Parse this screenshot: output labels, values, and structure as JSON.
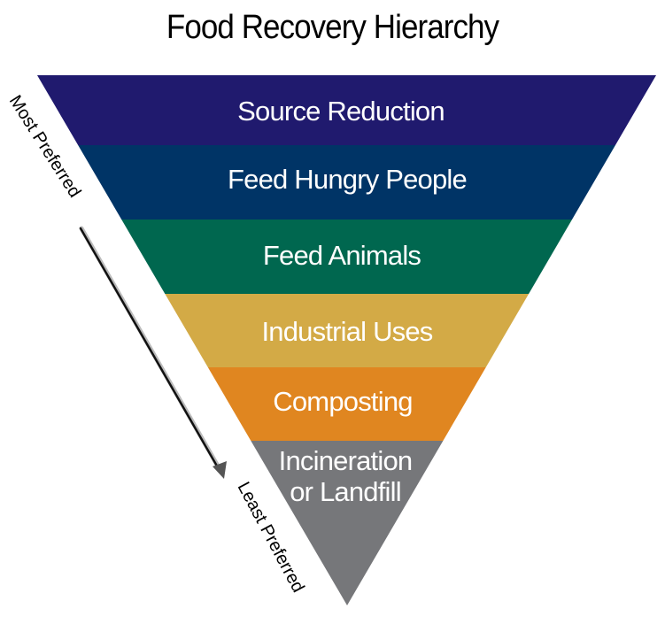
{
  "title": "Food Recovery Hierarchy",
  "axis": {
    "top_label": "Most Preferred",
    "bottom_label": "Least Preferred"
  },
  "tiers": [
    {
      "label": "Source Reduction",
      "color": "#201a6e"
    },
    {
      "label": "Feed Hungry People",
      "color": "#003466"
    },
    {
      "label": "Feed Animals",
      "color": "#00674f"
    },
    {
      "label": "Industrial Uses",
      "color": "#d3aa46"
    },
    {
      "label": "Composting",
      "color": "#e08620"
    },
    {
      "label": "Incineration or Landfill",
      "label_line1": "Incineration",
      "label_line2": "or Landfill",
      "color": "#76777a"
    }
  ]
}
